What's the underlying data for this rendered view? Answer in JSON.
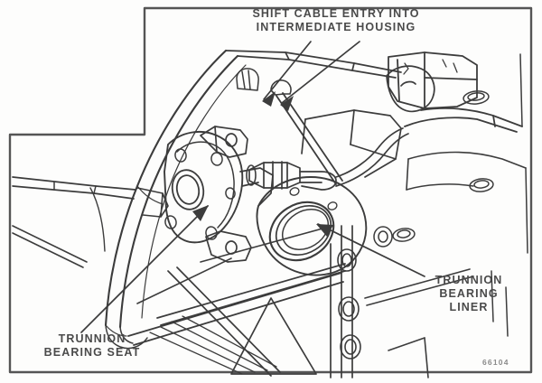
{
  "figure": {
    "kind": "technical-line-drawing",
    "subject": "Marine sterndrive transom assembly — trunnion bearing and shift cable entry",
    "background_color": "#fdfdfc",
    "ink_color": "#3c3c3c",
    "border_color": "#555555",
    "text_color": "#4a4a4a",
    "number": "66104"
  },
  "labels": {
    "shift_cable": "SHIFT CABLE ENTRY INTO\nINTERMEDIATE HOUSING",
    "trunnion_bearing_liner": "TRUNNION\nBEARING\nLINER",
    "trunnion_bearing_seat": "TRUNNION\nBEARING SEAT"
  },
  "callouts": [
    {
      "name": "shift-cable-entry",
      "text": "SHIFT CABLE ENTRY INTO INTERMEDIATE HOUSING",
      "leader_count": 2,
      "points_to": "upper-center housing cable boss"
    },
    {
      "name": "trunnion-bearing-liner",
      "text": "TRUNNION BEARING LINER",
      "leader_count": 1,
      "points_to": "large elliptical bore, center of drawing"
    },
    {
      "name": "trunnion-bearing-seat",
      "text": "TRUNNION BEARING SEAT",
      "leader_count": 1,
      "points_to": "bolted flange boss left of the bore"
    }
  ]
}
